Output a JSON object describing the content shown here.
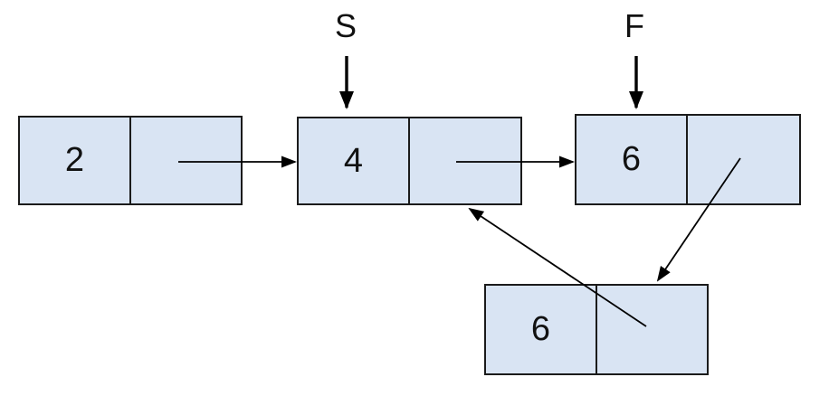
{
  "diagram": {
    "type": "linked-list",
    "colors": {
      "node_fill": "#d9e4f3",
      "node_border": "#1b1b1b",
      "arrow": "#000000",
      "background": "#ffffff"
    },
    "pointer_labels": {
      "start": "S",
      "finish": "F"
    },
    "nodes": [
      {
        "id": "node-a",
        "value": "2"
      },
      {
        "id": "node-b",
        "value": "4"
      },
      {
        "id": "node-c",
        "value": "6"
      },
      {
        "id": "node-d",
        "value": "6"
      }
    ],
    "links": [
      {
        "from": "node-a",
        "to": "node-b"
      },
      {
        "from": "node-b",
        "to": "node-c"
      },
      {
        "from": "node-c",
        "to": "node-d"
      },
      {
        "from": "node-d",
        "to": "node-b"
      }
    ]
  }
}
